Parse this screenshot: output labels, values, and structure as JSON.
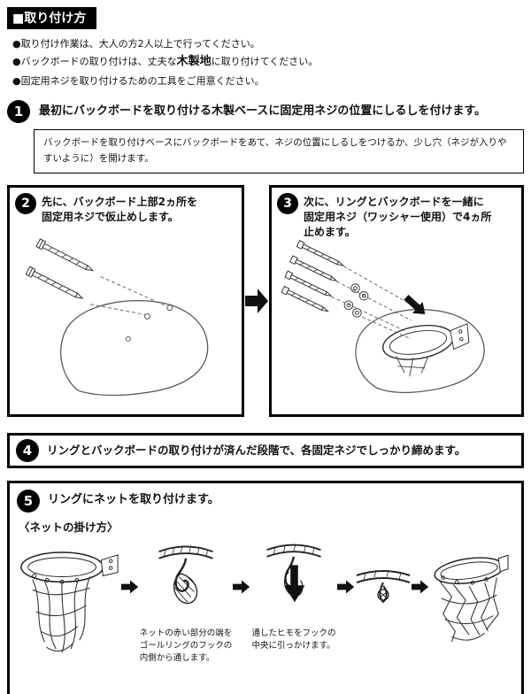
{
  "header": {
    "title": "■取り付け方"
  },
  "notes": {
    "bullet": "●",
    "item1": "取り付け作業は、大人の方2人以上で行ってください。",
    "item2_pre": "バックボードの取り付けは、丈夫な",
    "item2_em": "木製地",
    "item2_post": "に取り付けてください。",
    "item3": "固定用ネジを取り付けるための工具をご用意ください。"
  },
  "step1": {
    "num": "1",
    "title": "最初にバックボードを取り付ける木製ベースに固定用ネジの位置にしるしを付けます。",
    "note": "バックボードを取り付けベースにバックボードをあて、ネジの位置にしるしをつけるか、少し穴（ネジが入りやすいように）を開けます。"
  },
  "step2": {
    "num": "2",
    "title": "先に、バックボード上部2ヵ所を\n固定用ネジで仮止めします。"
  },
  "step3": {
    "num": "3",
    "title": "次に、リングとバックボードを一緒に\n固定用ネジ（ワッシャー使用）で4ヵ所\n止めます。"
  },
  "step4": {
    "num": "4",
    "title": "リングとバックボードの取り付けが済んだ段階で、各固定ネジでしっかり締めます。"
  },
  "step5": {
    "num": "5",
    "title": "リングにネットを取り付けます。",
    "subheading": "〈ネットの掛け方〉",
    "caption1": "ネットの赤い部分の端を\nゴールリングのフックの\n内側から通します。",
    "caption2": "通したヒモをフックの\n中央に引っかけます。"
  },
  "colors": {
    "ink": "#000000",
    "line": "#555555",
    "background": "#ffffff"
  }
}
